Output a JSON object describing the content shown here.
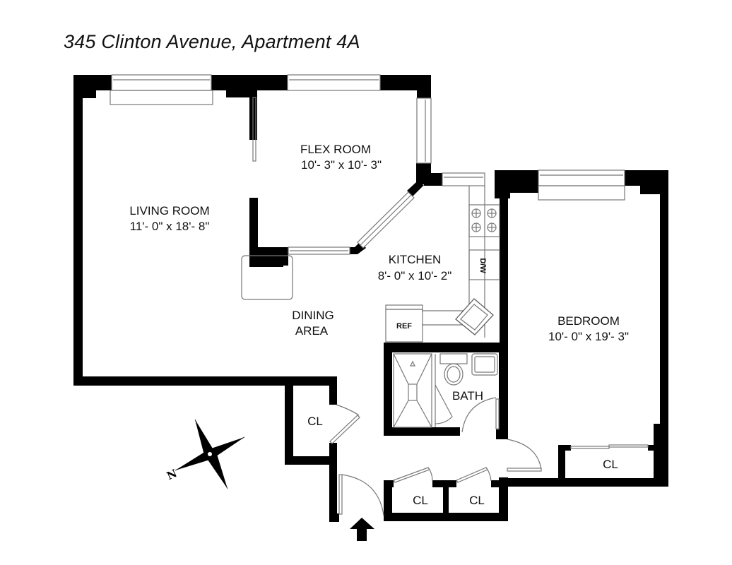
{
  "title": "345 Clinton Avenue, Apartment 4A",
  "rooms": {
    "living_room": {
      "name": "LIVING ROOM",
      "dims": "11'- 0\" x 18'- 8\""
    },
    "flex_room": {
      "name": "FLEX ROOM",
      "dims": "10'- 3\" x 10'- 3\""
    },
    "kitchen": {
      "name": "KITCHEN",
      "dims": "8'- 0\" x 10'- 2\""
    },
    "dining_area": {
      "name_line1": "DINING",
      "name_line2": "AREA"
    },
    "bedroom": {
      "name": "BEDROOM",
      "dims": "10'- 0\" x 19'- 3\""
    },
    "bath": {
      "name": "BATH"
    }
  },
  "closets": {
    "closet_entry": "CL",
    "closet_hall_1": "CL",
    "closet_hall_2": "CL",
    "closet_bedroom": "CL"
  },
  "appliances": {
    "refrigerator": "REF",
    "dishwasher": "D/W"
  },
  "compass": {
    "label": "N",
    "icon": "compass-rose-icon"
  },
  "entry": {
    "icon": "entry-arrow-icon"
  },
  "colors": {
    "wall": "#000000",
    "fixture_line": "#777777",
    "background": "#ffffff"
  }
}
